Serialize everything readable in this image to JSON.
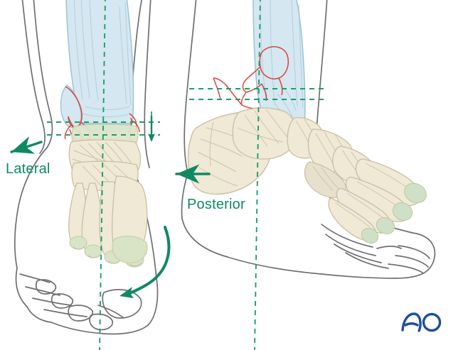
{
  "illustration": {
    "title": "Ankle fracture reduction — anteroposterior and lateral views",
    "subject": "bilateral foot and ankle skeletal anatomy with fracture lines",
    "background_color": "#ffffff"
  },
  "labels": {
    "lateral": "Lateral",
    "posterior": "Posterior"
  },
  "logo": {
    "text": "AO",
    "color": "#1f4e9d"
  },
  "colors": {
    "annotation_green": "#0f8a5f",
    "dashed_line_green": "#1f9d6b",
    "fracture_red": "#e0413a",
    "bone_fill": "#efe9d6",
    "bone_outline": "#c9bfa2",
    "cartilage_green": "#d9e3c6",
    "tibia_blue_fill": "#cfe4ee",
    "tibia_blue_outline": "#9cc3d6",
    "skin_outline": "#6f6f72",
    "highlight_green_fill": "#dde5cb"
  },
  "views": [
    {
      "name": "anteroposterior-view",
      "side": "left",
      "description": "Anteroposterior (front) view of right foot and ankle",
      "annotations": [
        "lateral-arrow",
        "rotation-arrow",
        "vertical-axis",
        "horizontal-reference-lines",
        "displacement-arrow"
      ]
    },
    {
      "name": "lateral-view",
      "side": "right",
      "description": "Lateral (side) view of foot and ankle",
      "annotations": [
        "posterior-arrow",
        "vertical-axis",
        "horizontal-reference-lines"
      ]
    }
  ],
  "annotations": {
    "lateral_arrow": "arrow pointing left indicating lateral direction",
    "posterior_arrow": "arrow pointing left indicating posterior direction",
    "rotation_arrow": "curved arrow indicating rotational correction",
    "displacement_arrow": "short downward arrow indicating fragment displacement",
    "vertical_axis": "green dashed vertical alignment axis",
    "horizontal_lines": "green dashed horizontal reference lines"
  }
}
